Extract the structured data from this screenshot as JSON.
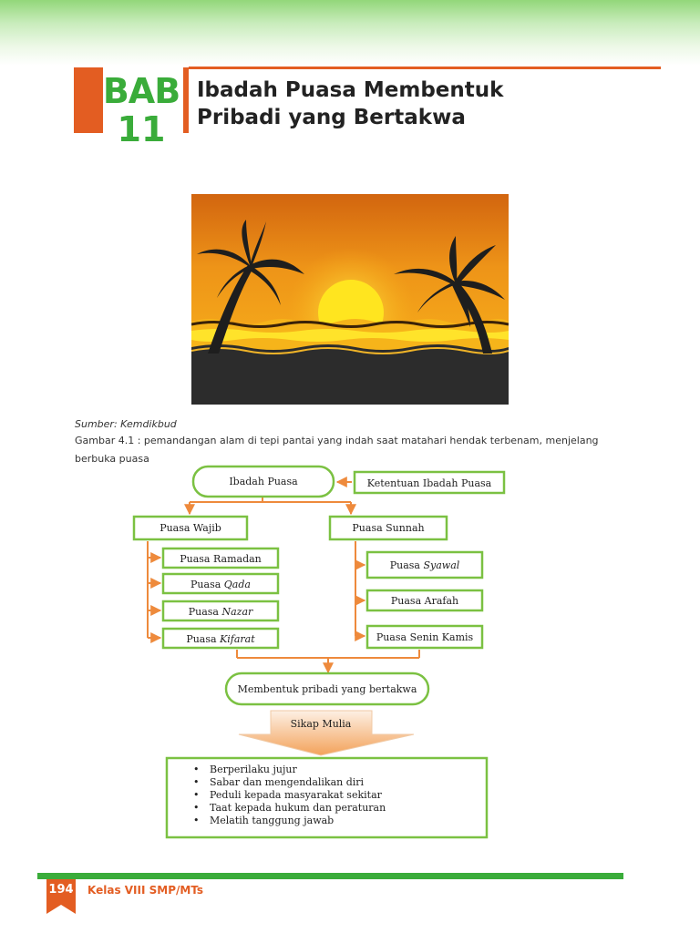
{
  "header": {
    "bab_label": "BAB",
    "bab_number": "11",
    "title_line1": "Ibadah Puasa Membentuk",
    "title_line2": "Pribadi yang Bertakwa"
  },
  "figure": {
    "source": "Sumber: Kemdikbud",
    "caption_line1": "Gambar 4.1 : pemandangan alam di tepi pantai yang indah saat matahari hendak terbenam, menjelang",
    "caption_line2": "berbuka puasa"
  },
  "diagram": {
    "root": "Ibadah Puasa",
    "side_box": "Ketentuan Ibadah Puasa",
    "wajib": {
      "label": "Puasa Wajib",
      "items": [
        {
          "prefix": "Puasa ",
          "term": "Ramadan",
          "italic": false
        },
        {
          "prefix": "Puasa ",
          "term": "Qada",
          "italic": true
        },
        {
          "prefix": "Puasa ",
          "term": "Nazar",
          "italic": true
        },
        {
          "prefix": "Puasa ",
          "term": "Kifarat",
          "italic": true
        }
      ]
    },
    "sunnah": {
      "label": "Puasa Sunnah",
      "items": [
        {
          "prefix": "Puasa ",
          "term": "Syawal",
          "italic": true
        },
        {
          "prefix": "Puasa ",
          "term": "Arafah",
          "italic": false
        },
        {
          "prefix": "Puasa ",
          "term": "Senin Kamis",
          "italic": false
        }
      ]
    },
    "result": "Membentuk pribadi yang bertakwa",
    "arrow_label": "Sikap Mulia",
    "list": [
      "Berperilaku jujur",
      "Sabar dan mengendalikan diri",
      "Peduli kepada masyarakat sekitar",
      "Taat kepada hukum dan peraturan",
      "Melatih tanggung jawab"
    ]
  },
  "footer": {
    "page_number": "194",
    "class_label": "Kelas VIII SMP/MTs"
  },
  "colors": {
    "accent_orange": "#e35d22",
    "accent_green": "#3aac3a",
    "diagram_orange": "#ee8a3c",
    "diagram_green": "#7bc142"
  }
}
